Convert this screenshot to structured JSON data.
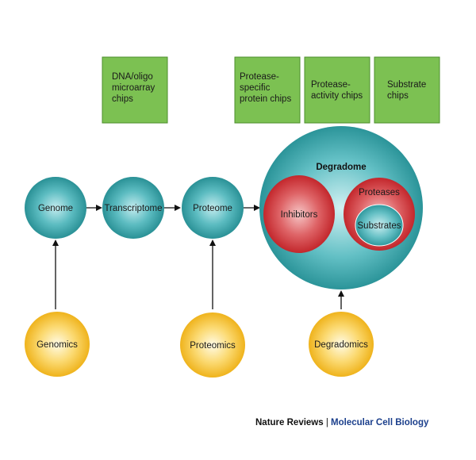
{
  "chips": {
    "dna": [
      "DNA/oligo",
      "microarray",
      "chips"
    ],
    "protease_specific": [
      "Protease-",
      "specific",
      "protein chips"
    ],
    "protease_activity": [
      "Protease-",
      "activity chips"
    ],
    "substrate": [
      "Substrate",
      "chips"
    ]
  },
  "nodes": {
    "genome": "Genome",
    "transcriptome": "Transcriptome",
    "proteome": "Proteome",
    "degradome": "Degradome",
    "inhibitors": "Inhibitors",
    "proteases": "Proteases",
    "substrates": "Substrates"
  },
  "methods": {
    "genomics": "Genomics",
    "proteomics": "Proteomics",
    "degradomics": "Degradomics"
  },
  "credit": {
    "publisher": "Nature Reviews",
    "separator": " | ",
    "journal": "Molecular Cell Biology"
  },
  "colors": {
    "chip_fill": "#7cc152",
    "teal": "#3aa8ad",
    "red": "#d03b3f",
    "yellow": "#f6c22e",
    "credit_blue": "#1b3f8c"
  }
}
